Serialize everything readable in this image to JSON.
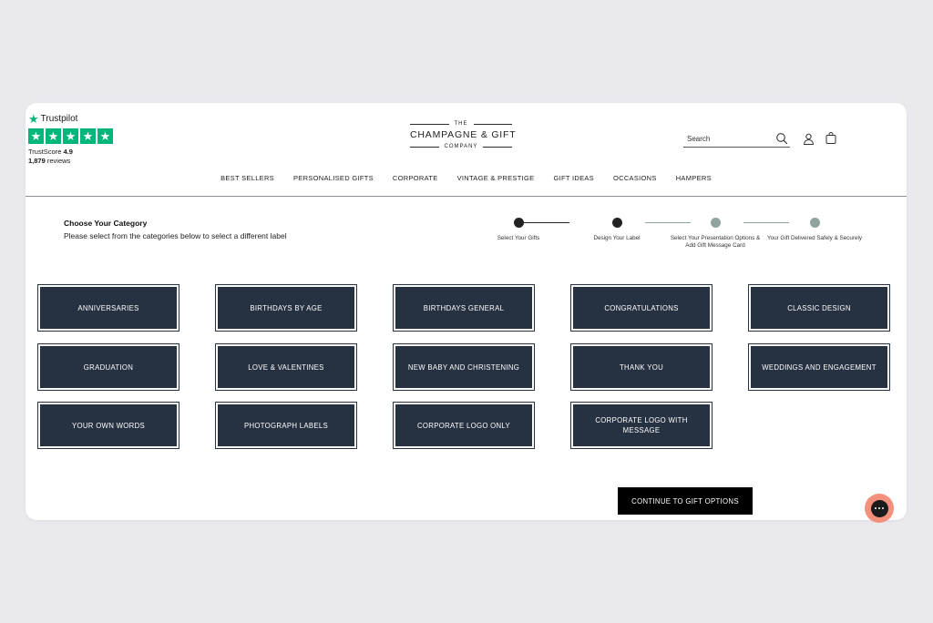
{
  "trustpilot": {
    "brand": "Trustpilot",
    "stars": [
      "★",
      "★",
      "★",
      "★",
      "★"
    ],
    "score_label": "TrustScore",
    "score_value": "4.9",
    "review_count": "1,879",
    "review_suffix": "reviews",
    "color": "#00b67a"
  },
  "logo": {
    "top": "THE",
    "main": "CHAMPAGNE & GIFT",
    "bottom": "COMPANY"
  },
  "search": {
    "label": "Search"
  },
  "nav": {
    "items": [
      "BEST SELLERS",
      "PERSONALISED GIFTS",
      "CORPORATE",
      "VINTAGE & PRESTIGE",
      "GIFT IDEAS",
      "OCCASIONS",
      "HAMPERS"
    ]
  },
  "category": {
    "title": "Choose Your Category",
    "subtitle": "Please select from the categories below to select a different label"
  },
  "stepper": {
    "steps": [
      {
        "label": "Select Your Gifts",
        "state": "done"
      },
      {
        "label": "Design Your Label",
        "state": "current"
      },
      {
        "label": "Select Your Presentation Options & Add Gift Message Card",
        "state": "pending"
      },
      {
        "label": "Your Gift Delivered Safely & Securely",
        "state": "pending"
      }
    ],
    "colors": {
      "done": "#222222",
      "pending": "#8fa39f"
    }
  },
  "categories": [
    "ANNIVERSARIES",
    "BIRTHDAYS BY AGE",
    "BIRTHDAYS GENERAL",
    "CONGRATULATIONS",
    "CLASSIC DESIGN",
    "GRADUATION",
    "LOVE & VALENTINES",
    "NEW BABY AND CHRISTENING",
    "THANK YOU",
    "WEDDINGS AND ENGAGEMENT",
    "YOUR OWN WORDS",
    "PHOTOGRAPH LABELS",
    "CORPORATE LOGO ONLY",
    "CORPORATE LOGO WITH MESSAGE"
  ],
  "continue_label": "CONTINUE TO GIFT OPTIONS",
  "colors": {
    "button_bg": "#263142",
    "chat_bg": "#f4917c"
  }
}
